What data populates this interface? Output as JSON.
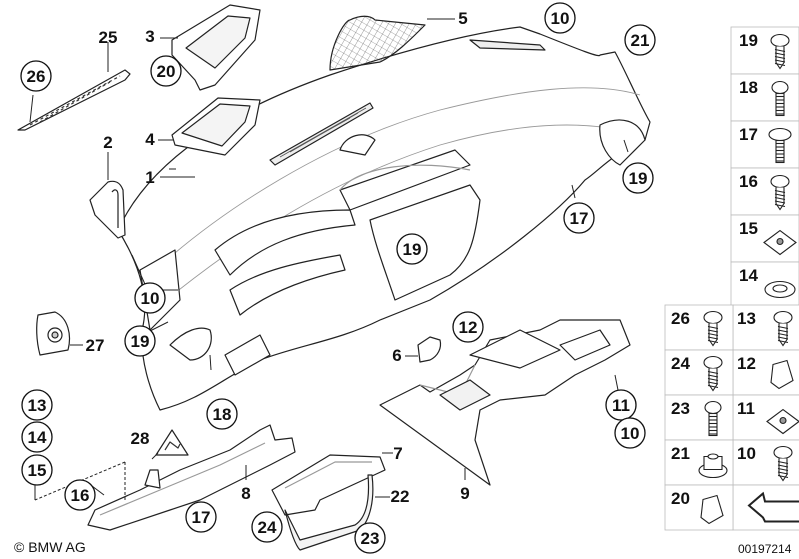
{
  "diagram": {
    "title": "Dashboard trim parts",
    "copyright": "© BMW AG",
    "document_number": "00197214",
    "accent_color": "#111111",
    "line_color": "#222222",
    "light_line_color": "#9a9a9a"
  },
  "callouts": {
    "plain": [
      {
        "id": "c1",
        "number": "1"
      },
      {
        "id": "c2",
        "number": "2"
      },
      {
        "id": "c3",
        "number": "3"
      },
      {
        "id": "c4",
        "number": "4"
      },
      {
        "id": "c5",
        "number": "5"
      },
      {
        "id": "c6",
        "number": "6"
      },
      {
        "id": "c7",
        "number": "7"
      },
      {
        "id": "c8",
        "number": "8"
      },
      {
        "id": "c9",
        "number": "9"
      },
      {
        "id": "c22",
        "number": "22"
      },
      {
        "id": "c25",
        "number": "25"
      },
      {
        "id": "c27",
        "number": "27"
      },
      {
        "id": "c28",
        "number": "28"
      }
    ],
    "circled": [
      {
        "id": "k26",
        "number": "26"
      },
      {
        "id": "k20",
        "number": "20"
      },
      {
        "id": "k10a",
        "number": "10"
      },
      {
        "id": "k21",
        "number": "21"
      },
      {
        "id": "k19a",
        "number": "19"
      },
      {
        "id": "k17a",
        "number": "17"
      },
      {
        "id": "k19b",
        "number": "19"
      },
      {
        "id": "k10b",
        "number": "10"
      },
      {
        "id": "k19c",
        "number": "19"
      },
      {
        "id": "k12",
        "number": "12"
      },
      {
        "id": "k18",
        "number": "18"
      },
      {
        "id": "k11",
        "number": "11"
      },
      {
        "id": "k10c",
        "number": "10"
      },
      {
        "id": "k13",
        "number": "13"
      },
      {
        "id": "k14",
        "number": "14"
      },
      {
        "id": "k15",
        "number": "15"
      },
      {
        "id": "k16",
        "number": "16"
      },
      {
        "id": "k17b",
        "number": "17"
      },
      {
        "id": "k24",
        "number": "24"
      },
      {
        "id": "k23",
        "number": "23"
      }
    ]
  },
  "fastener_table": {
    "right_column": [
      {
        "number": "19",
        "part": "oval-head-screw"
      },
      {
        "number": "18",
        "part": "fillister-head-screw"
      },
      {
        "number": "17",
        "part": "collar-screw"
      },
      {
        "number": "16",
        "part": "collar-tapping-screw"
      },
      {
        "number": "15",
        "part": "spring-nut"
      },
      {
        "number": "14",
        "part": "washer"
      },
      {
        "number": "13",
        "part": "tapping-screw"
      },
      {
        "number": "12",
        "part": "clip"
      },
      {
        "number": "11",
        "part": "spring-nut"
      },
      {
        "number": "10",
        "part": "tapping-screw"
      },
      {
        "number": "",
        "part": "arrow-symbol"
      }
    ],
    "left_column": [
      {
        "number": "26",
        "part": "torx-screw"
      },
      {
        "number": "24",
        "part": "tapping-screw"
      },
      {
        "number": "23",
        "part": "hex-socket-screw"
      },
      {
        "number": "21",
        "part": "hex-collar-nut"
      },
      {
        "number": "20",
        "part": "clip"
      }
    ]
  }
}
